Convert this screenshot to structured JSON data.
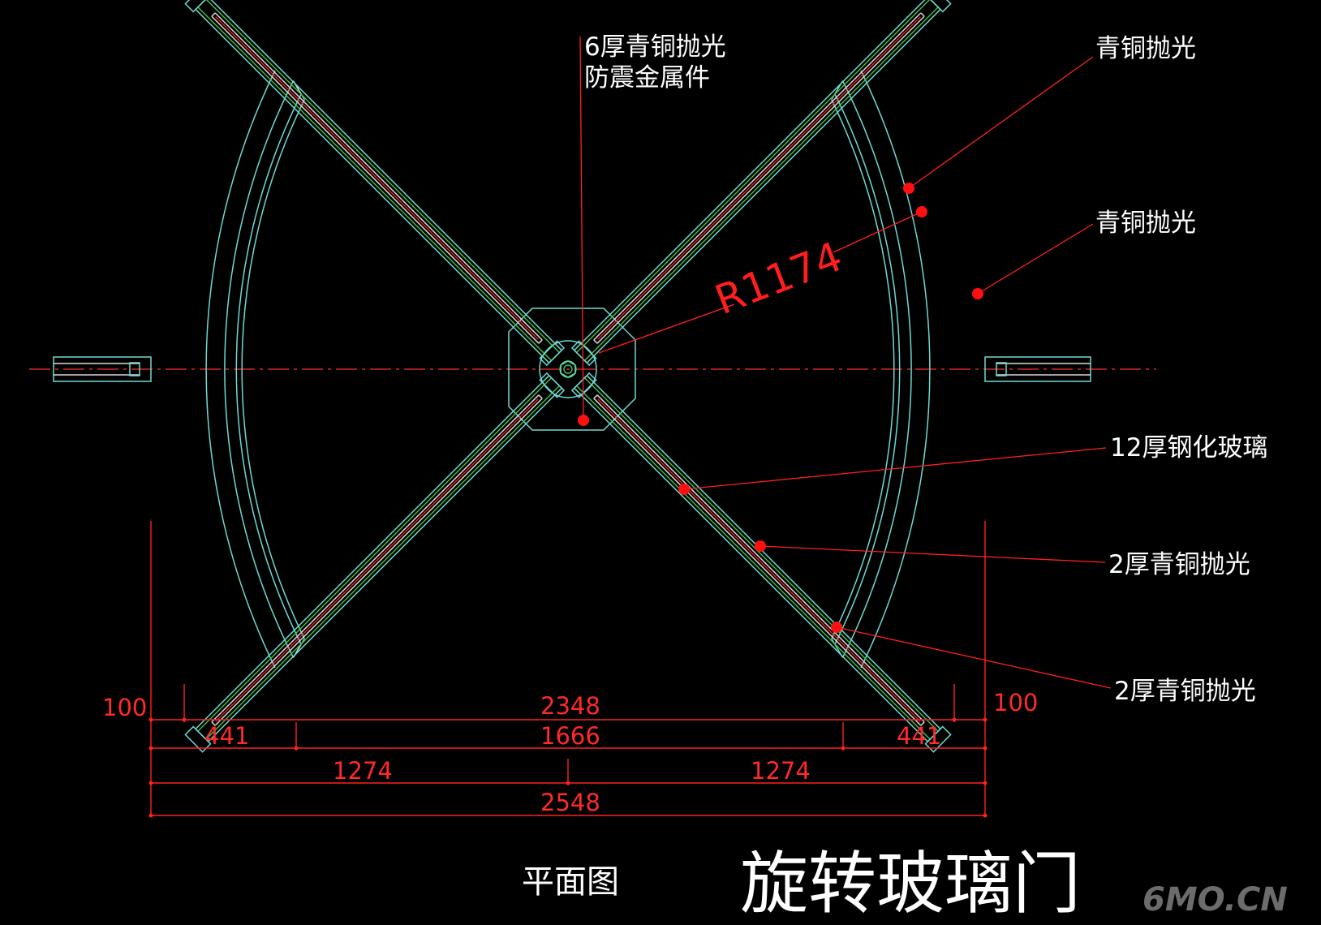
{
  "labels": {
    "fitting": [
      "6厚青铜抛光",
      "防震金属件"
    ],
    "bronze_outer": "青铜抛光",
    "bronze_inner": "青铜抛光",
    "glass": "12厚钢化玻璃",
    "bronze_2mm_a": "2厚青铜抛光",
    "bronze_2mm_b": "2厚青铜抛光"
  },
  "radius_label": "R1174",
  "dimensions": {
    "row1": [
      "100",
      "2348",
      "100"
    ],
    "row2": [
      "441",
      "1666",
      "441"
    ],
    "row3": [
      "1274",
      "1274"
    ],
    "row4": "2548"
  },
  "subtitle": "平面图",
  "title": "旋转玻璃门",
  "watermark": "6MO.CN",
  "colors": {
    "background": "#000000",
    "outline": "#6fd9d2",
    "glass": "#44c444",
    "dimension": "#ff2a2a",
    "text": "#ffffff"
  }
}
